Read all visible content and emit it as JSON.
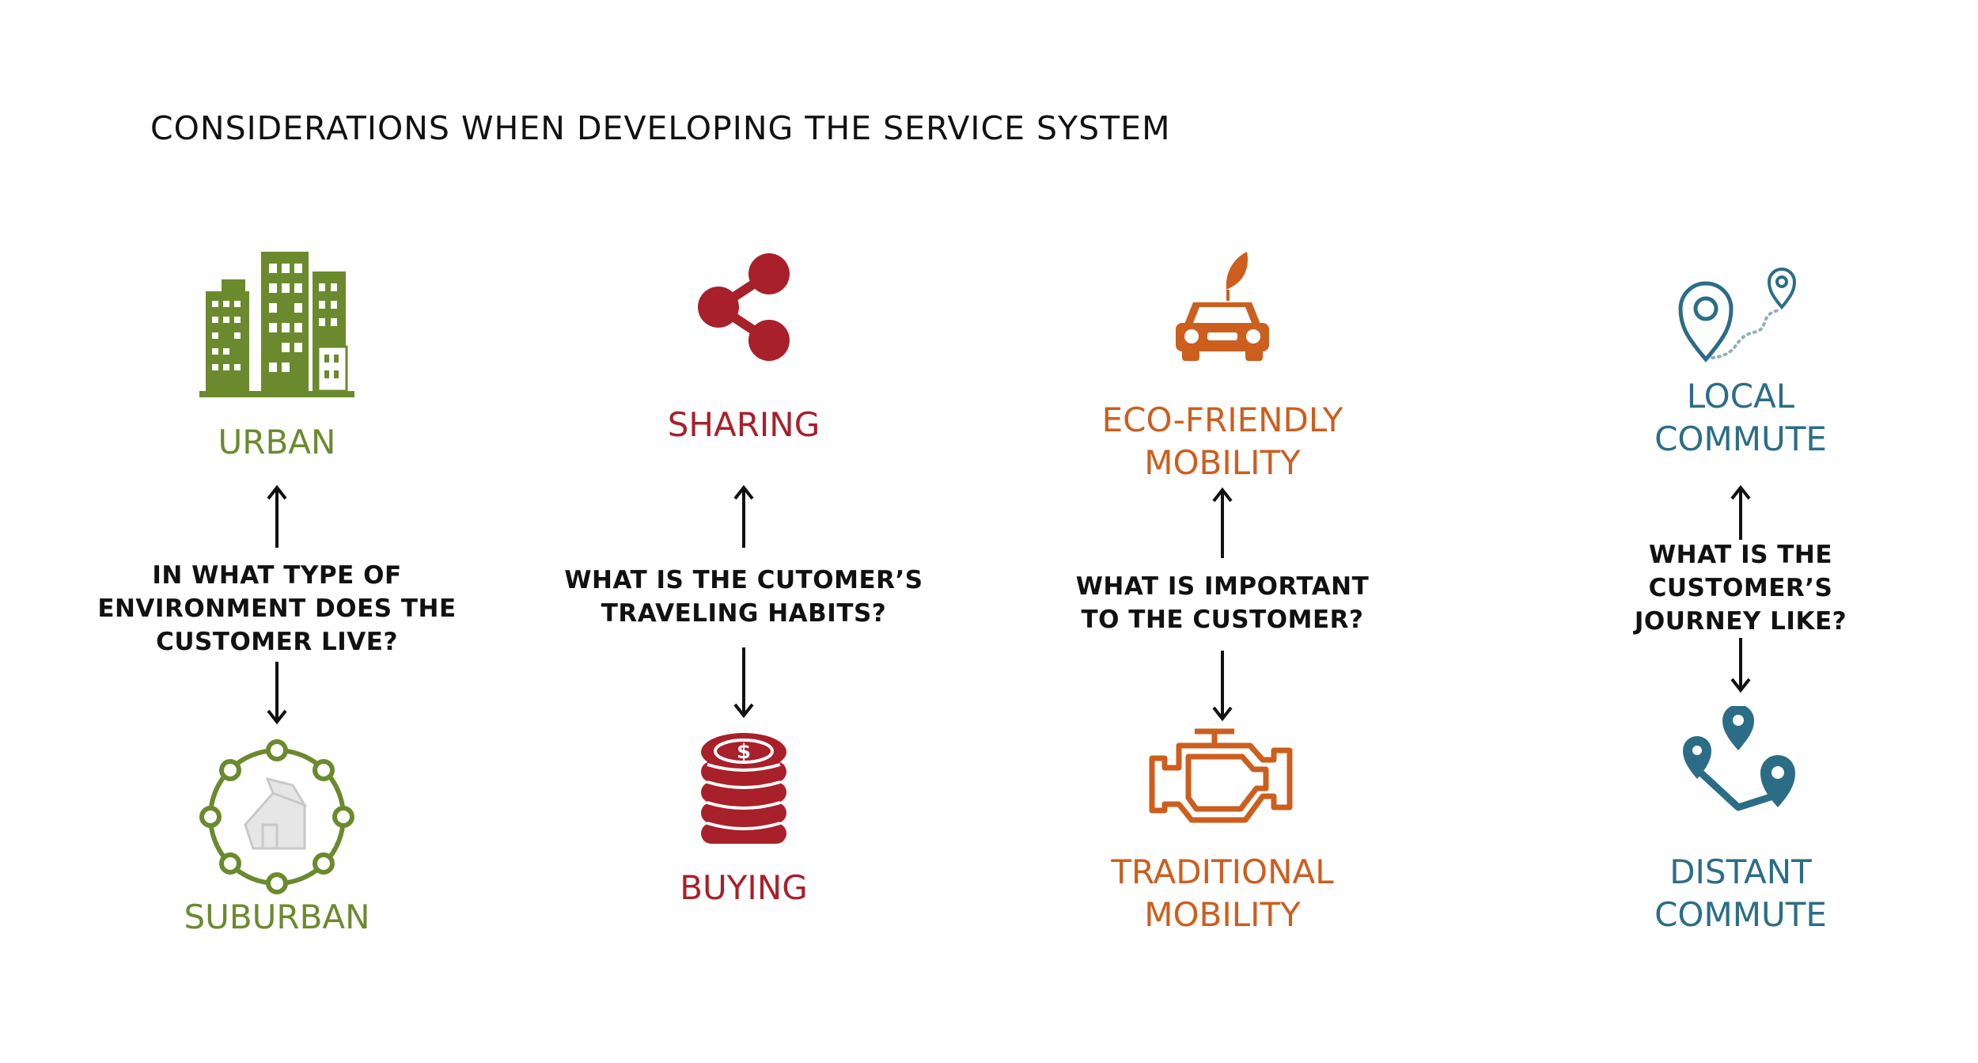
{
  "title": "CONSIDERATIONS WHEN DEVELOPING THE SERVICE SYSTEM",
  "colors": {
    "green": "#6b8a2e",
    "red": "#a8202a",
    "orange": "#cc5e1e",
    "teal": "#2b6d86"
  },
  "columns": [
    {
      "top_label": "URBAN",
      "question": "IN WHAT TYPE OF\nENVIRONMENT DOES THE\nCUSTOMER LIVE?",
      "bottom_label": "SUBURBAN",
      "top_icon": "city-buildings-icon",
      "bottom_icon": "suburban-house-icon"
    },
    {
      "top_label": "SHARING",
      "question": "WHAT IS THE CUTOMER’S\nTRAVELING  HABITS?",
      "bottom_label": "BUYING",
      "top_icon": "share-icon",
      "bottom_icon": "coin-stack-icon"
    },
    {
      "top_label": "ECO-FRIENDLY\nMOBILITY",
      "question": "WHAT IS IMPORTANT\nTO THE CUSTOMER?",
      "bottom_label": "TRADITIONAL\nMOBILITY",
      "top_icon": "eco-car-icon",
      "bottom_icon": "engine-icon"
    },
    {
      "top_label": "LOCAL\nCOMMUTE",
      "question": "WHAT IS THE\nCUSTOMER’S\nJOURNEY LIKE?",
      "bottom_label": "DISTANT\nCOMMUTE",
      "top_icon": "route-pins-icon",
      "bottom_icon": "map-pins-icon"
    }
  ]
}
